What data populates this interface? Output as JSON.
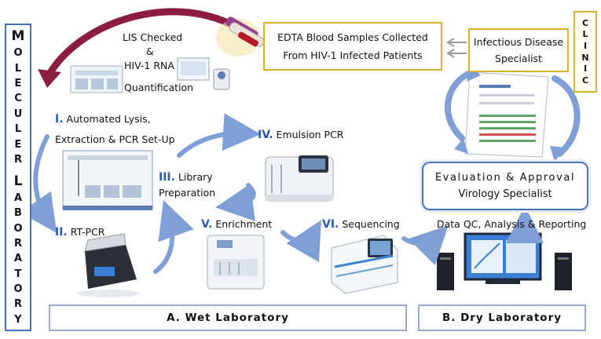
{
  "side_label": {
    "letters": [
      "M",
      "O",
      "L",
      "E",
      "C",
      "U",
      "L",
      "E",
      "R",
      "",
      "L",
      "A",
      "B",
      "O",
      "R",
      "A",
      "T",
      "O",
      "R",
      "Y"
    ]
  },
  "clinic_label": {
    "letters": [
      "C",
      "L",
      "I",
      "N",
      "I",
      "C"
    ]
  },
  "lis": {
    "line1": "LIS Checked",
    "line2": "&",
    "line3": "HIV-1 RNA",
    "line4": "Quantification"
  },
  "edta": {
    "line1": "EDTA Blood Samples Collected",
    "line2": "From HIV-1 Infected Patients"
  },
  "specialist": {
    "line1": "Infectious Disease",
    "line2": "Specialist"
  },
  "steps": {
    "s1": {
      "num": "I.",
      "line1": "Automated Lysis,",
      "line2": "Extraction & PCR Set-Up"
    },
    "s2": {
      "num": "II.",
      "label": "RT-PCR"
    },
    "s3": {
      "num": "III.",
      "line1": "Library",
      "line2": "Preparation"
    },
    "s4": {
      "num": "IV.",
      "label": "Emulsion PCR"
    },
    "s5": {
      "num": "V.",
      "label": "Enrichment"
    },
    "s6": {
      "num": "VI.",
      "label": "Sequencing"
    }
  },
  "evaluation": {
    "line1": "Evaluation & Approval",
    "line2": "Virology Specialist"
  },
  "data_qc": {
    "label": "Data QC, Analysis & Reporting"
  },
  "sections": {
    "wet": "A. Wet Laboratory",
    "dry": "B. Dry Laboratory"
  },
  "colors": {
    "arrow_blue": "#7f9fd6",
    "arrow_dark": "#8b1e3f",
    "box_gold": "#d9b230",
    "box_blue": "#4a72b8",
    "roman_blue": "#2a5bb0"
  }
}
